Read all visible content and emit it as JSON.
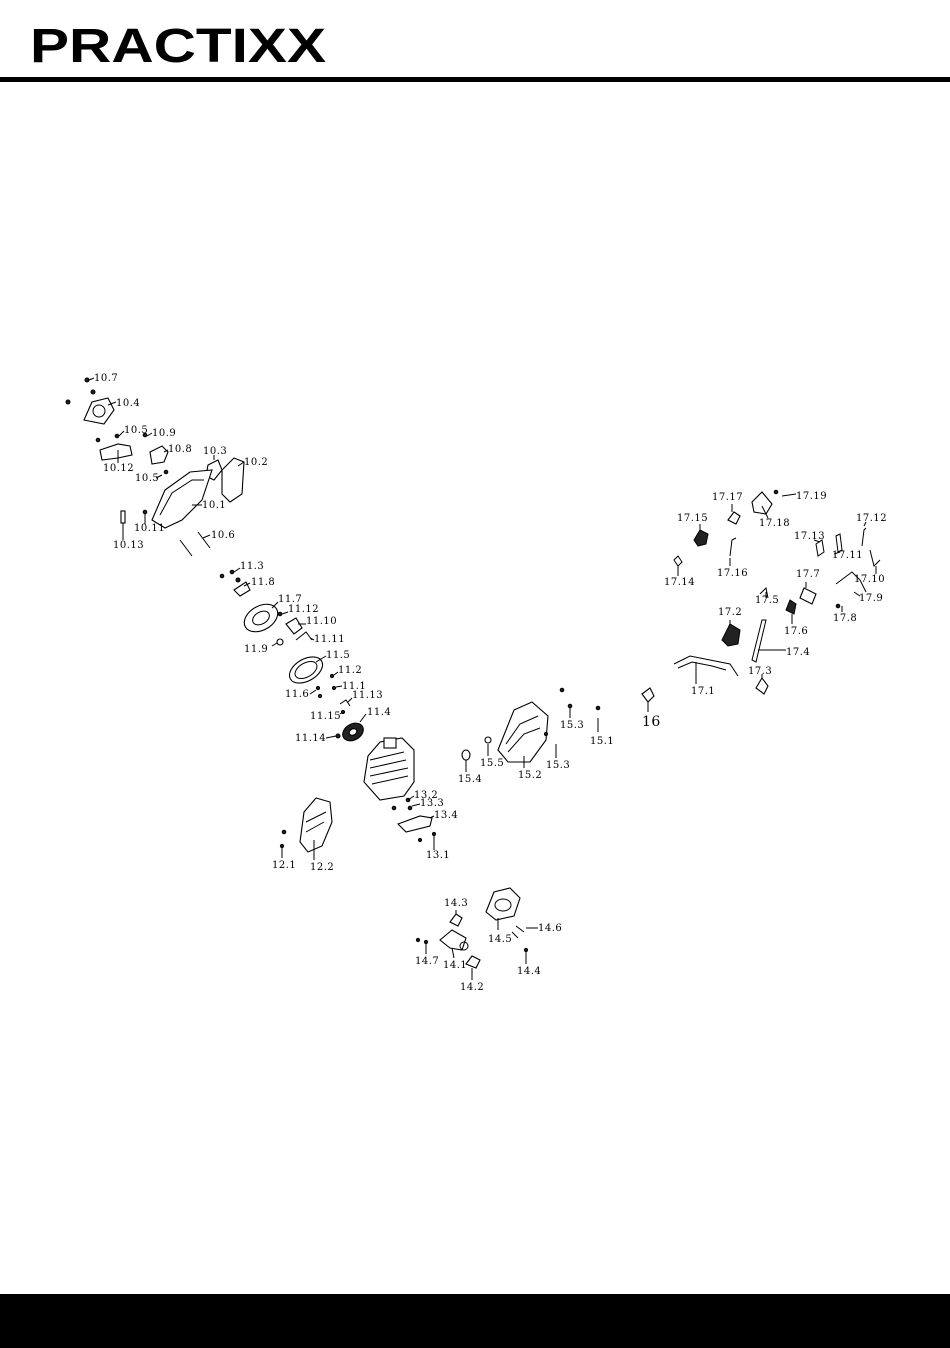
{
  "brand": {
    "logo_text": "PRACTIXX"
  },
  "labels": {
    "l10_7": "10.7",
    "l10_4": "10.4",
    "l10_5a": "10.5",
    "l10_9": "10.9",
    "l10_8": "10.8",
    "l10_12": "10.12",
    "l10_3": "10.3",
    "l10_2": "10.2",
    "l10_5b": "10.5",
    "l10_1": "10.1",
    "l10_11": "10.11",
    "l10_13": "10.13",
    "l10_6": "10.6",
    "l11_3": "11.3",
    "l11_8": "11.8",
    "l11_7": "11.7",
    "l11_12": "11.12",
    "l11_10": "11.10",
    "l11_11": "11.11",
    "l11_9": "11.9",
    "l11_5": "11.5",
    "l11_2": "11.2",
    "l11_1": "11.1",
    "l11_6": "11.6",
    "l11_13": "11.13",
    "l11_15": "11.15",
    "l11_4": "11.4",
    "l11_14": "11.14",
    "l13_2": "13.2",
    "l13_3": "13.3",
    "l13_4": "13.4",
    "l13_1": "13.1",
    "l12_1": "12.1",
    "l12_2": "12.2",
    "l14_3": "14.3",
    "l14_5": "14.5",
    "l14_6": "14.6",
    "l14_7": "14.7",
    "l14_1": "14.1",
    "l14_4": "14.4",
    "l14_2": "14.2",
    "l15_3a": "15.3",
    "l15_1": "15.1",
    "l15_5": "15.5",
    "l15_4": "15.4",
    "l15_2": "15.2",
    "l15_3b": "15.3",
    "l16": "16",
    "l17_17": "17.17",
    "l17_19": "17.19",
    "l17_15": "17.15",
    "l17_18": "17.18",
    "l17_12": "17.12",
    "l17_13": "17.13",
    "l17_11": "17.11",
    "l17_14": "17.14",
    "l17_16": "17.16",
    "l17_7": "17.7",
    "l17_10": "17.10",
    "l17_5": "17.5",
    "l17_9": "17.9",
    "l17_2": "17.2",
    "l17_6": "17.6",
    "l17_8": "17.8",
    "l17_4": "17.4",
    "l17_3": "17.3",
    "l17_1": "17.1"
  }
}
